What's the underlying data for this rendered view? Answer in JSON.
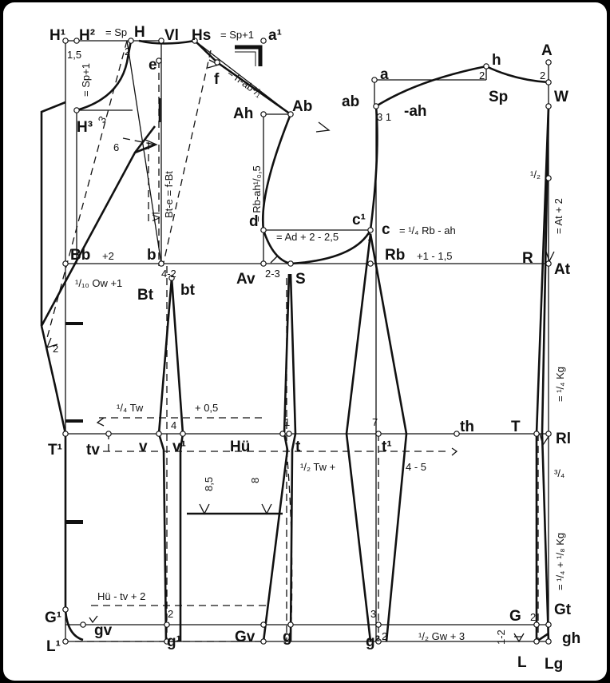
{
  "labels": {
    "H1": "H¹",
    "H2": "H²",
    "H2_eq": "= Sp",
    "H": "H",
    "Vl": "Vl",
    "Hs": "Hs",
    "Hs_eq": "= Sp+1",
    "a1": "a¹",
    "A": "A",
    "h": "h",
    "W": "W",
    "a": "a",
    "ab": "ab",
    "ah": "-ah",
    "Sp": "Sp",
    "Ah": "Ah",
    "Ab": "Ab",
    "H3": "H³",
    "e": "e",
    "f": "f",
    "d": "d",
    "c1": "c¹",
    "c": "c",
    "Bb": "Bb",
    "b": "b",
    "Bt": "Bt",
    "bt": "bt",
    "Av": "Av",
    "S": "S",
    "Rb": "Rb",
    "R": "R",
    "At": "At",
    "T1": "T¹",
    "tv": "tv",
    "v": "v",
    "v1": "v¹",
    "Hu": "Hü",
    "t": "t",
    "t1": "t¹",
    "th": "th",
    "T": "T",
    "Rl": "Rl",
    "G1": "G¹",
    "gv": "gv",
    "g1": "g¹",
    "Gv": "Gv",
    "g": "g",
    "g2": "g²",
    "G": "G",
    "Gt": "Gt",
    "gh": "gh",
    "L1": "L¹",
    "L": "L",
    "Lg": "Lg"
  },
  "notes": {
    "sp_plus_1": "= Sp+1",
    "h_ab": "= h-ab¹/₁",
    "bt_e": "Bt-e = f-Bt",
    "rb_ah": "= Rb-ah¹/₀,5",
    "vl": "Vl",
    "six": "6",
    "n15": "1,5",
    "n2a": "2",
    "n3": "3",
    "n31": "3 1",
    "c_eq": "= ¹/₄ Rb - ah",
    "ad_eq": "= Ad + 2 - 2,5",
    "bb_plus": "+2",
    "rb_plus": "+1 - 1,5",
    "ow": "¹/₁₀ Ow +1",
    "n4_2": "4-2",
    "n2_3": "2-3",
    "n1": "1",
    "n2b": "2",
    "at_plus": "= At + 2",
    "half": "¹/₂",
    "quarter_tw": "¹/₄ Tw",
    "plus05": "+ 0,5",
    "n4": "4",
    "n1b": "1",
    "n7": "7",
    "kg": "= ¹/₄ Kg",
    "half_tw": "¹/₂ Tw +",
    "four_five": "4 - 5",
    "three_q": "³/₄",
    "n85": "8,5",
    "n8": "8",
    "kg2": "= ¹/₄ + ¹/₈ Kg",
    "hu_tv": "Hü - tv + 2",
    "n2c": "2",
    "n3b": "3",
    "gw": "¹/₂ Gw + 3",
    "n1_2": "1-2",
    "n2d": "2",
    "n2e": "2",
    "n2f": "2",
    "n2g": "2"
  }
}
